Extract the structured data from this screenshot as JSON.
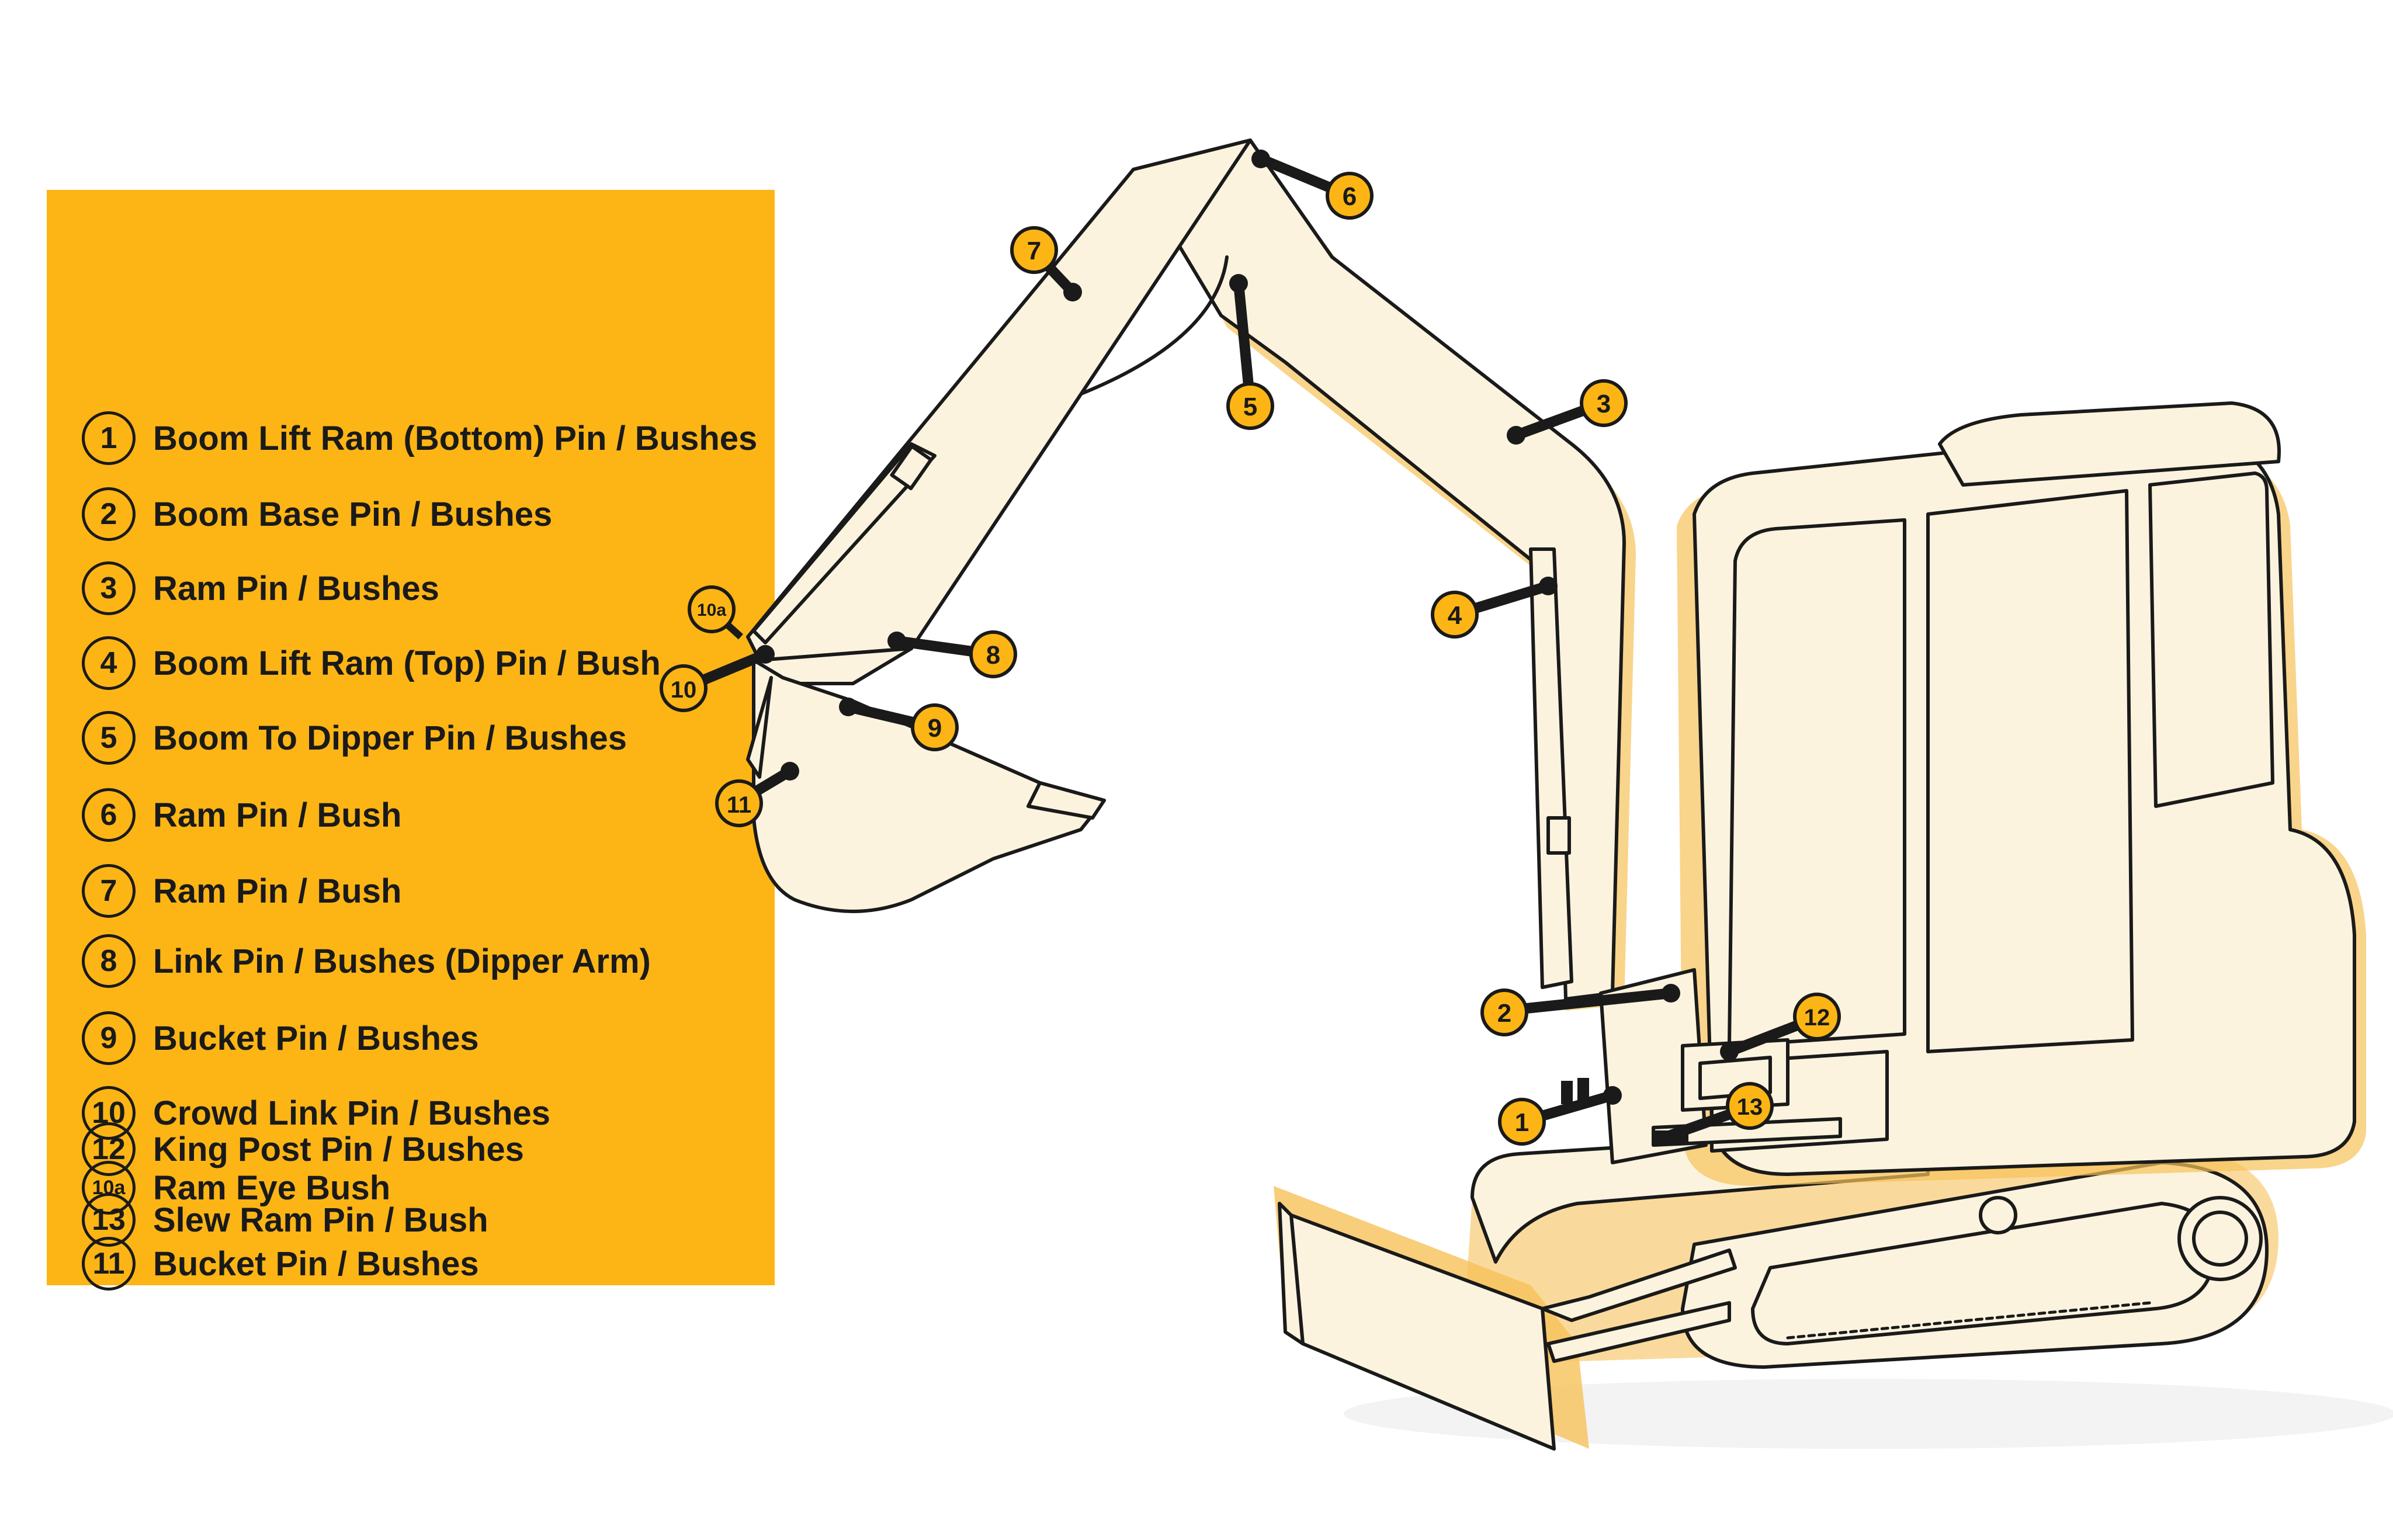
{
  "legend": {
    "items": [
      {
        "num": "1",
        "label": "Boom Lift Ram (Bottom) Pin / Bushes"
      },
      {
        "num": "2",
        "label": "Boom Base Pin / Bushes"
      },
      {
        "num": "3",
        "label": "Ram Pin / Bushes"
      },
      {
        "num": "4",
        "label": "Boom Lift Ram (Top) Pin / Bush"
      },
      {
        "num": "5",
        "label": "Boom To Dipper Pin / Bushes"
      },
      {
        "num": "6",
        "label": "Ram Pin / Bush"
      },
      {
        "num": "7",
        "label": "Ram Pin / Bush"
      },
      {
        "num": "8",
        "label": "Link Pin / Bushes (Dipper Arm)"
      },
      {
        "num": "9",
        "label": "Bucket Pin / Bushes"
      },
      {
        "num": "10",
        "label": "Crowd Link Pin / Bushes"
      },
      {
        "num": "10a",
        "label": "Ram Eye Bush"
      },
      {
        "num": "11",
        "label": "Bucket Pin / Bushes"
      },
      {
        "num": "12",
        "label": "King Post Pin / Bushes"
      },
      {
        "num": "13",
        "label": "Slew Ram Pin / Bush"
      }
    ]
  },
  "callouts": [
    "1",
    "2",
    "3",
    "4",
    "5",
    "6",
    "7",
    "8",
    "9",
    "10",
    "10a",
    "11",
    "12",
    "13"
  ],
  "colors": {
    "accent": "#FDB515",
    "outline": "#1a1a1a",
    "machine_fill": "#FBF3DE",
    "machine_shadow": "#F6C25A"
  }
}
